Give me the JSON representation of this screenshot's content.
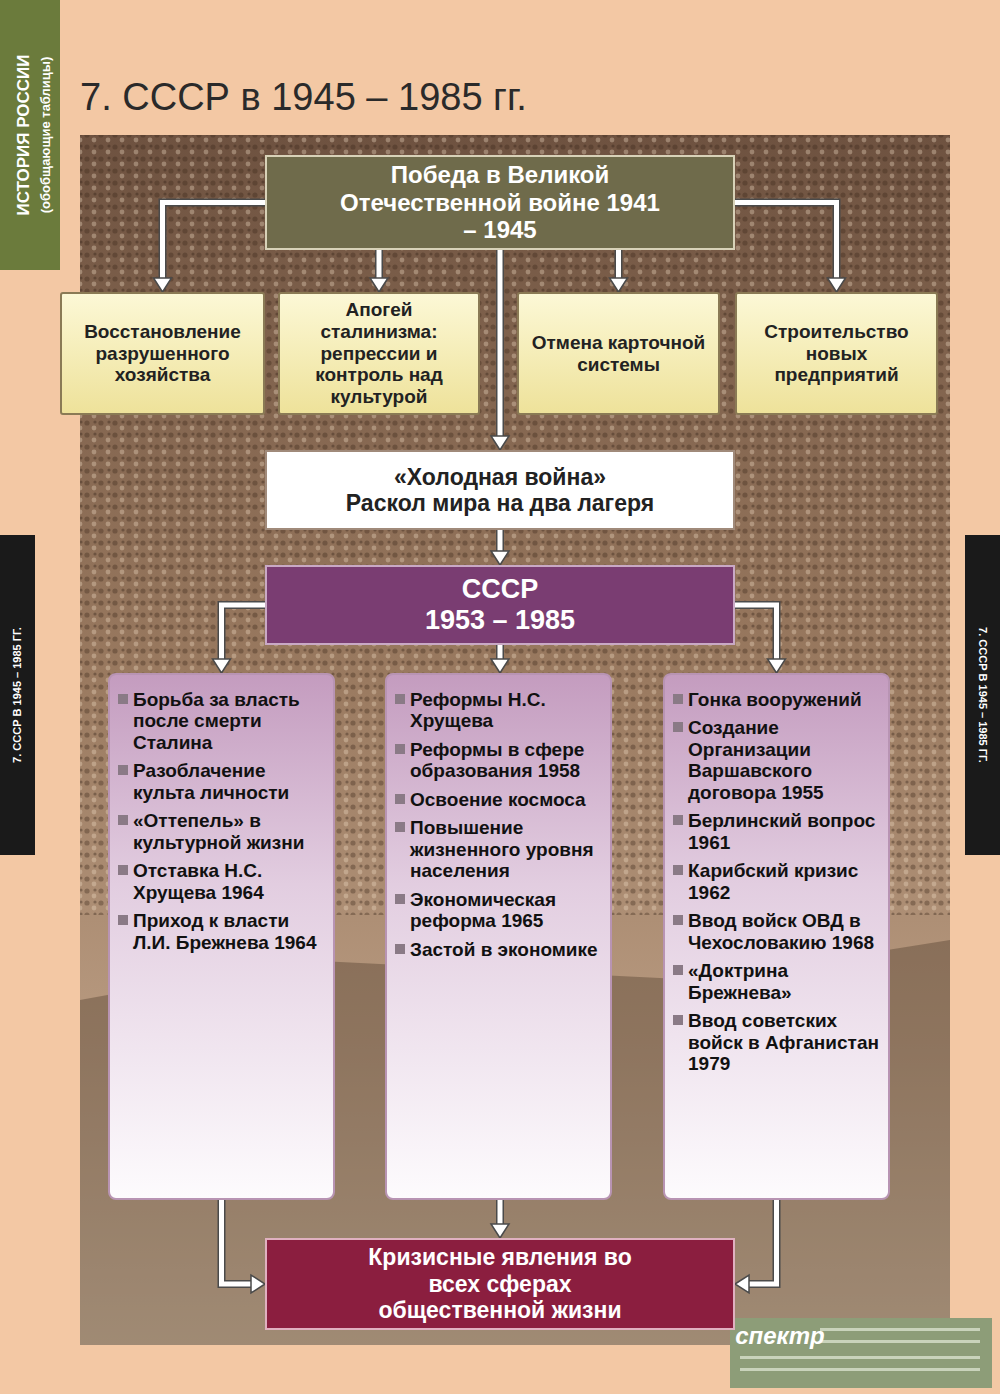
{
  "diagram": {
    "title": "7. СССР в 1945 – 1985 гг.",
    "nodes": [
      {
        "text": [
          "Победа в Великой Отечественной войне 1941 – 1945"
        ]
      },
      {
        "text": [
          "Восстановление разрушенного хозяйства"
        ]
      },
      {
        "text": [
          "Апогей сталинизма: репрессии и контроль над культурой"
        ]
      },
      {
        "text": [
          "Отмена карточной системы"
        ]
      },
      {
        "text": [
          "Строительство новых предприятий"
        ]
      },
      {
        "text": [
          "«Холодная война»",
          "Раскол мира на два лагеря"
        ]
      },
      {
        "text": [
          "СССР",
          "1953 – 1985"
        ]
      },
      {
        "text": [
          "Борьба за власть после смерти Сталина",
          "Разоблачение культа личности",
          "«Оттепель» в культурной жизни",
          "Отставка Н.С. Хрущева 1964",
          "Приход к власти Л.И. Брежнева 1964"
        ]
      },
      {
        "text": [
          "Реформы Н.С. Хрущева",
          "Реформы в сфере образования 1958",
          "Освоение космоса",
          "Повышение жизненного уровня населения",
          "Экономическая реформа 1965",
          "Застой в экономике"
        ]
      },
      {
        "text": [
          "Гонка вооружений",
          "Создание Организации Варшавского договора 1955",
          "Берлинский вопрос 1961",
          "Карибский кризис 1962",
          "Ввод войск ОВД в Чехословакию 1968",
          "«Доктрина Брежнева»",
          "Ввод советских войск в Афганистан 1979"
        ]
      },
      {
        "text": [
          "Кризисные явления во всех сферах общественной жизни"
        ]
      }
    ],
    "edges": [
      {
        "from": 0,
        "to": 1,
        "arrow": "to"
      },
      {
        "from": 0,
        "to": 2,
        "arrow": "to"
      },
      {
        "from": 0,
        "to": 3,
        "arrow": "to"
      },
      {
        "from": 0,
        "to": 4,
        "arrow": "to"
      },
      {
        "from": 0,
        "to": 5,
        "arrow": "to"
      },
      {
        "from": 5,
        "to": 6,
        "arrow": "to"
      },
      {
        "from": 6,
        "to": 7,
        "arrow": "to"
      },
      {
        "from": 6,
        "to": 8,
        "arrow": "to"
      },
      {
        "from": 6,
        "to": 9,
        "arrow": "to"
      },
      {
        "from": 7,
        "to": 10,
        "arrow": "to"
      },
      {
        "from": 8,
        "to": 10,
        "arrow": "to"
      },
      {
        "from": 9,
        "to": 10,
        "arrow": "to"
      }
    ],
    "labels": [
      "ИСТОРИЯ РОССИИ",
      "(обобщающие таблицы)",
      "7. СССР В 1945 – 1985 ГГ.",
      "7. СССР В 1945 – 1985 ГГ.",
      "спектр"
    ]
  }
}
